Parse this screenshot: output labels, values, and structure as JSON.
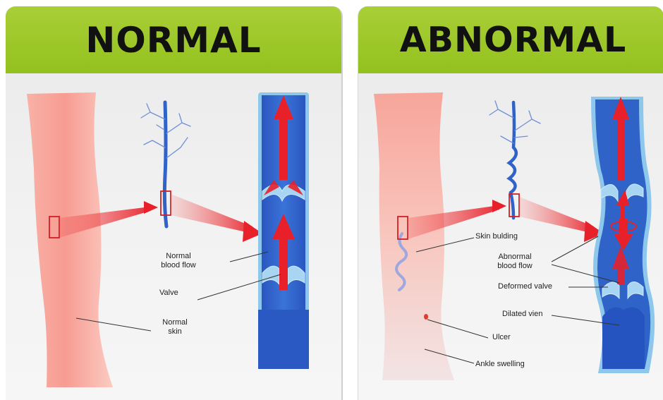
{
  "normal_panel": {
    "title": "NORMAL",
    "labels": {
      "blood_flow_line1": "Normal",
      "blood_flow_line2": "blood flow",
      "valve": "Valve",
      "skin_line1": "Normal",
      "skin_line2": "skin"
    }
  },
  "abnormal_panel": {
    "title": "ABNORMAL",
    "labels": {
      "skin_bulding": "Skin bulding",
      "blood_flow_line1": "Abnormal",
      "blood_flow_line2": "blood flow",
      "deformed_valve": "Deformed valve",
      "dilated_vein": "Dilated vien",
      "ulcer": "Ulcer",
      "ankle_swelling": "Ankle swelling"
    }
  },
  "colors": {
    "banner_green": "#9fc92b",
    "skin_pink": "#f8a69c",
    "vein_blue": "#2f63c8",
    "vein_dark": "#1e46a8",
    "vein_wall": "#8dc7ec",
    "arrow_red": "#e8202a"
  }
}
